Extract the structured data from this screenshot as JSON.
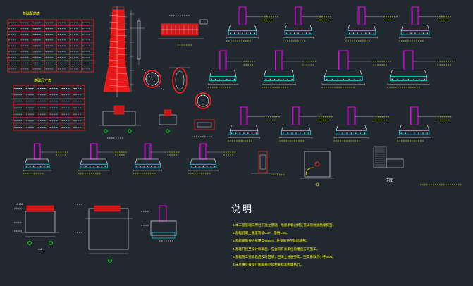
{
  "drawing": {
    "background": "#212830",
    "colors": {
      "red": "#ff2020",
      "magenta": "#ff00ff",
      "cyan": "#00ffff",
      "yellow": "#ffff00",
      "green": "#00ff00",
      "white": "#ffffff",
      "gray": "#c8c8c8"
    }
  },
  "notes": {
    "title": "说明",
    "items": [
      "1.本工程基础采用柱下独立基础，地基承载力特征值详见地质勘察报告。",
      "2.基础混凝土强度等级C30，垫层C15。",
      "3.基础钢筋保护层厚度40mm，柱钢筋伸至基础底部。",
      "4.基础开挖至设计标高后，应会同有关单位验槽后方可施工。",
      "5.基础施工完毕后应及时回填，回填土分层夯实，压实系数不小于0.94。",
      "6.未尽事宜按现行国家规范及相关标准图集执行。"
    ]
  },
  "tables": {
    "table1_title": "基础配筋表",
    "table2_title": "基础尺寸表"
  },
  "labels": {
    "section_label": "A-A",
    "detail_label": "详图",
    "elevation": "±0.000"
  }
}
